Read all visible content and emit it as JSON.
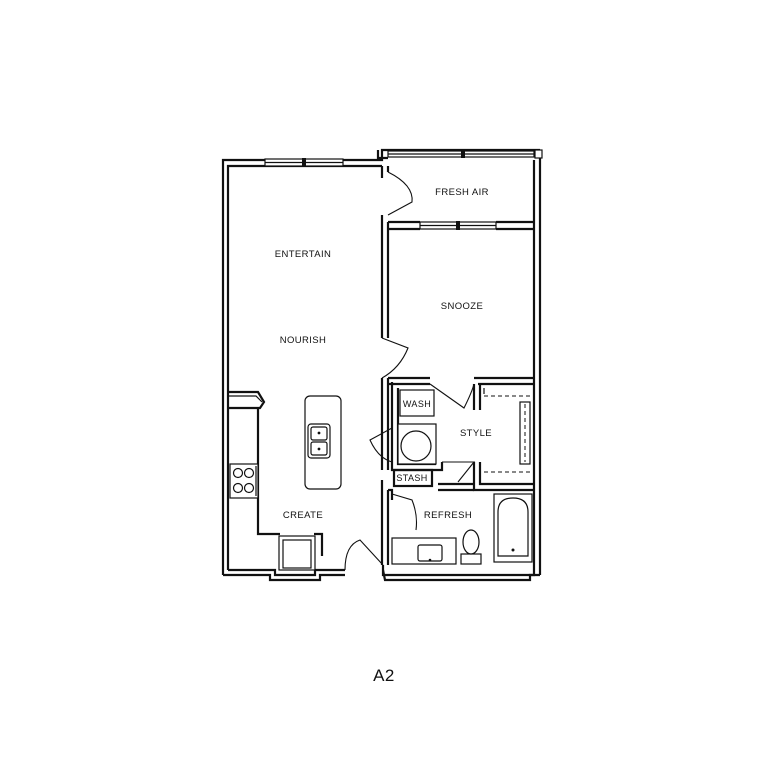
{
  "floorplan": {
    "unit_name": "A2",
    "rooms": {
      "fresh_air": "FRESH AIR",
      "entertain": "ENTERTAIN",
      "snooze": "SNOOZE",
      "nourish": "NOURISH",
      "wash": "WASH",
      "style": "STYLE",
      "stash": "STASH",
      "create": "CREATE",
      "refresh": "REFRESH"
    }
  },
  "colors": {
    "line": "#111111",
    "background": "#ffffff"
  }
}
